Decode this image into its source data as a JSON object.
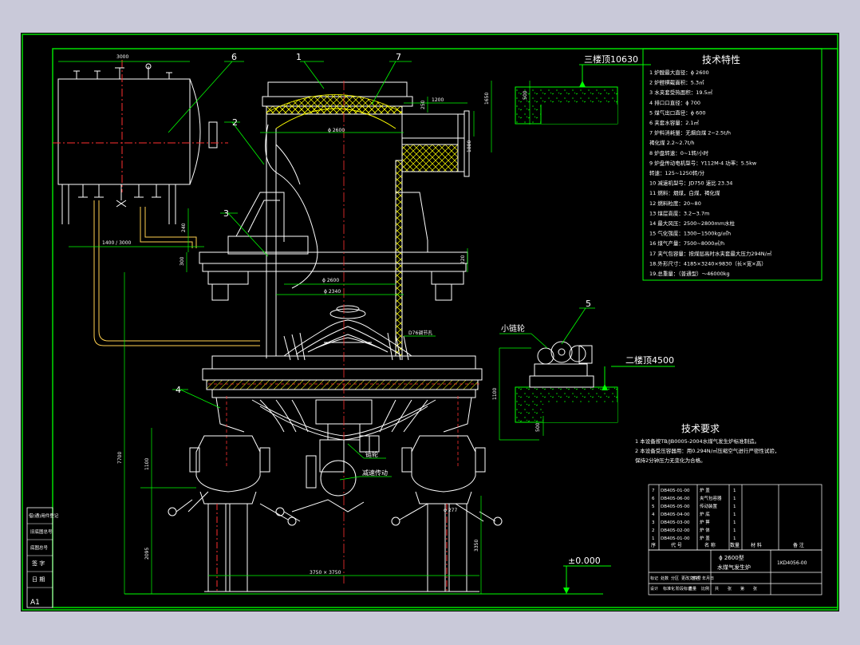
{
  "colors": {
    "background": "#c9c9d9",
    "sheet": "#000000",
    "line": "#ffffff",
    "frame": "#00dd00",
    "leader": "#00ff00",
    "center": "#ff3030",
    "section": "#ffff00",
    "pipe": "#ffd050",
    "text": "#ffffff"
  },
  "part_numbers": [
    "1",
    "2",
    "3",
    "4",
    "5",
    "6",
    "7"
  ],
  "annotations": {
    "floor3": "三楼顶10630",
    "floor2": "二楼顶4500",
    "zero": "±0.000",
    "small_gear": "小链轮",
    "chain": "链轮",
    "drive": "减速传动",
    "blow_hole": "D76调节孔"
  },
  "dims": {
    "d_top": "3000",
    "d_2600": "ϕ 2600",
    "d_2340": "ϕ 2340",
    "d_277": "ϕ 277",
    "w_1400": "1400 / 3000",
    "w_1200": "1200",
    "w_3750": "3750 × 3750",
    "h_7700": "7700",
    "h_2095": "2095",
    "h_3350": "3350",
    "h_1100": "1100",
    "h_240": "240",
    "h_250": "250",
    "h_500a": "500",
    "h_500b": "500",
    "h_300": "300",
    "h_220": "220",
    "h_1650": "1650",
    "h_1880": "1880"
  },
  "tech_features": {
    "title": "技术特性",
    "items": [
      "1 炉膛最大直径：ϕ 2600",
      "2 炉膛横截面积：5.3㎡",
      "3 水夹套受热面积：19.5㎡",
      "4 排口口直径：ϕ 700",
      "5 煤气出口直径：ϕ 600",
      "6 夹套水容量：2.1㎡",
      "7 炉料消耗量：无烟白煤   2~2.5t/h",
      "                   褐化煤    2.2~2.7t/h",
      "8 炉盘转速：0~1转/小时",
      "9 炉盘传动电机型号：Y112M-4  功率：5.5kw",
      "    转速：125~1250转/分",
      "10 减速机型号：JD750  速比 23.34",
      "11 燃料：烟煤，白煤，褐化煤",
      "12 燃料粒度：20~80",
      "13 煤层高度：3.2~3.7m",
      "14 最大风压：2500~2800mm水柱",
      "15 气化强度：1300~1500kg/㎡h",
      "16 煤气产量：7500~8000㎥/h",
      "17 夹气包容量：按煤层高时水夹套最大压力294N/㎡",
      "18.外形尺寸：4185×3240×9830（长×宽×高）",
      "19.总重量：（普通型）～46000kg"
    ]
  },
  "tech_requirements": {
    "title": "技术要求",
    "items": [
      "1 本设备按TB/JB0005-2004水煤气发生炉标准制造。",
      "2 本设备受压容器用：用0.294N/㎡压缩空气进行严密性试验，",
      "  保持2分钟压力无变化为合格。"
    ]
  },
  "parts_table": {
    "rows": [
      {
        "no": "7",
        "code": "DB405-01-00",
        "name": "炉  盖",
        "qty": "1"
      },
      {
        "no": "6",
        "code": "DB405-06-00",
        "name": "夹气包容器",
        "qty": "1"
      },
      {
        "no": "5",
        "code": "DB405-05-00",
        "name": "传动装置",
        "qty": "1"
      },
      {
        "no": "4",
        "code": "DB405-04-00",
        "name": "炉  底",
        "qty": "1"
      },
      {
        "no": "3",
        "code": "DB405-03-00",
        "name": "炉  箅",
        "qty": "1"
      },
      {
        "no": "2",
        "code": "DB405-02-00",
        "name": "炉  体",
        "qty": "1"
      },
      {
        "no": "1",
        "code": "DB405-01-00",
        "name": "炉  盖",
        "qty": "1"
      }
    ],
    "header": [
      "序",
      "代  号",
      "名  称",
      "数量",
      "材  料",
      "备  注"
    ],
    "title_line1": "ϕ 2600型",
    "title_line2": "水煤气发生炉",
    "drawing_no": "1KD4056-00",
    "scale_row": [
      "标记",
      "处数",
      "分区",
      "更改文件号",
      "签名",
      "年月日"
    ],
    "approve_row": [
      "设计",
      "标准化",
      "阶段标记",
      "重量",
      "比例"
    ],
    "sheet_row": [
      "共",
      "张",
      "第",
      "张"
    ]
  },
  "side_stamp": [
    "借(通)用件登记",
    "旧底图总号",
    "底图总号",
    "签  字",
    "日  期"
  ],
  "sheet_size": "A1"
}
